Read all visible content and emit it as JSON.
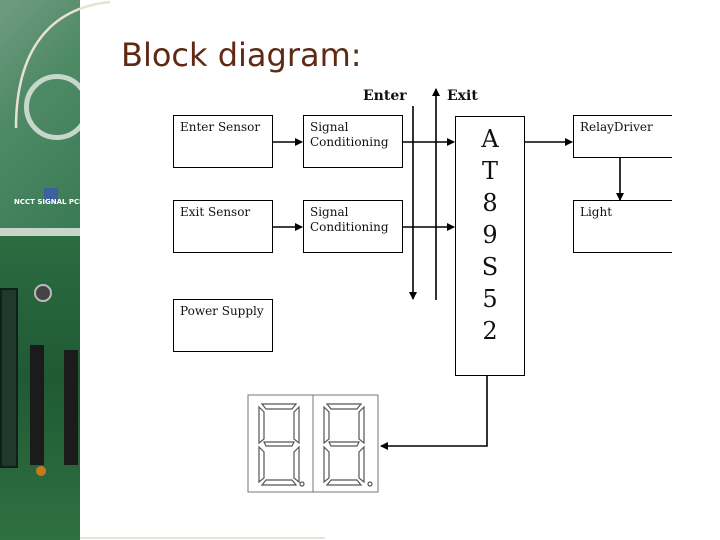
{
  "title": "Block diagram:",
  "photo": {
    "board_text": "NCCT SIGNAL PCB"
  },
  "blocks": {
    "enter_sensor": "Enter Sensor",
    "exit_sensor": "Exit Sensor",
    "power_supply": "Power Supply",
    "signal_conditioning_1": [
      "Signal",
      "Conditioning"
    ],
    "signal_conditioning_2": [
      "Signal",
      "Conditioning"
    ],
    "relay_driver": "RelayDriver",
    "light": "Light"
  },
  "microcontroller": [
    "A",
    "T",
    "8",
    "9",
    "S",
    "5",
    "2"
  ],
  "bus_labels": {
    "enter": "Enter",
    "exit": "Exit"
  },
  "colors": {
    "title": "#5f2a14",
    "line": "#000000",
    "board": "#2e6d46"
  }
}
